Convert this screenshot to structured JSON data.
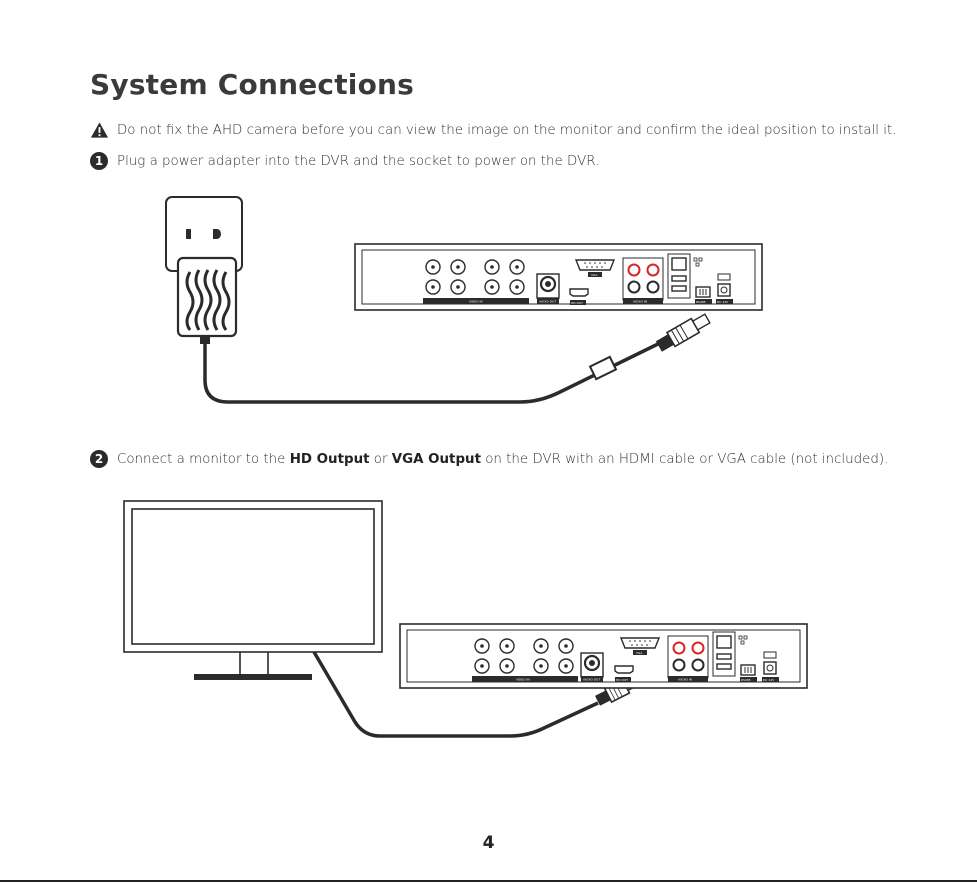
{
  "page": {
    "title": "System Connections",
    "warning_text": "Do not fix the AHD camera before you can view the image on the monitor and confirm the ideal position to install it.",
    "step1": {
      "number": "1",
      "text": "Plug a power adapter into the DVR and the socket to power on the DVR."
    },
    "step2": {
      "number": "2",
      "text_before": "Connect a monitor to the ",
      "bold1": "HD Output",
      "text_mid": " or ",
      "bold2": "VGA Output",
      "text_after": " on the DVR with an HDMI cable or VGA cable (not included)."
    },
    "page_number": "4"
  },
  "dvr_labels": {
    "video_in": "VIDEO IN",
    "audio_out": "AUDIO OUT",
    "vga": "VGA",
    "hd_out": "HD OUT",
    "audio_in": "AUDIO IN",
    "rs485": "RS485",
    "dc12v": "DC 12V"
  },
  "colors": {
    "ink": "#2b2b2b",
    "red_jack": "#d9252a"
  }
}
